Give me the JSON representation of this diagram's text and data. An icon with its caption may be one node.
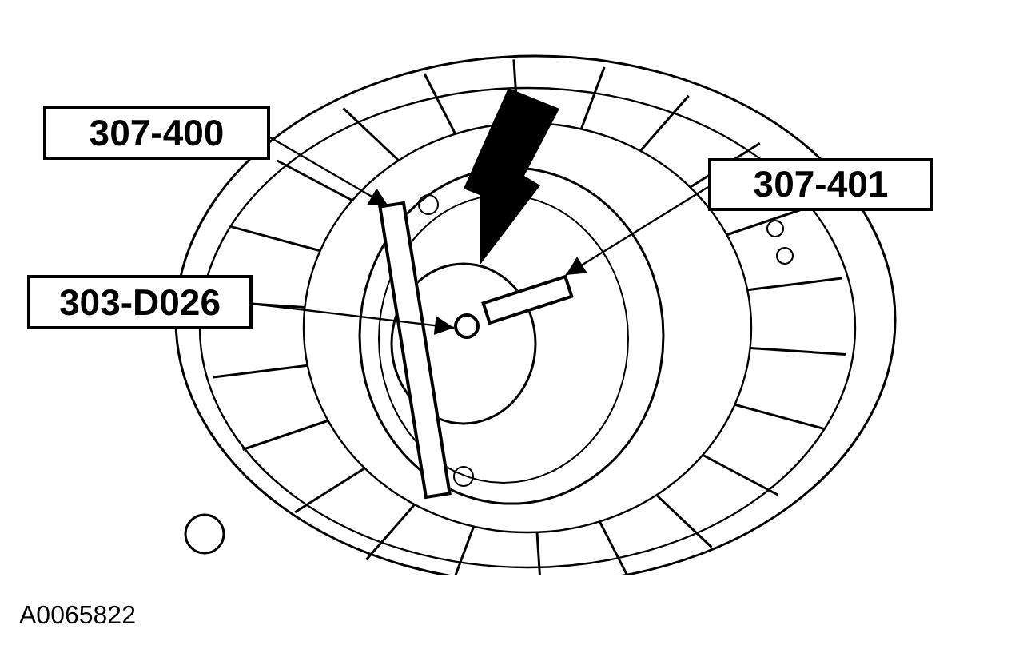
{
  "diagram": {
    "nodes": [
      {
        "text": [
          "307-400"
        ]
      },
      {
        "text": [
          "307-401"
        ]
      },
      {
        "text": [
          "303-D026"
        ]
      },
      {
        "text": [],
        "shape": "bar"
      },
      {
        "text": [],
        "shape": "bar"
      },
      {
        "text": [],
        "shape": "circle"
      }
    ],
    "edges": [
      {
        "from": 0,
        "to": 3,
        "arrow": "to"
      },
      {
        "from": 1,
        "to": 4,
        "arrow": "to"
      },
      {
        "from": 2,
        "to": 5,
        "arrow": "to"
      }
    ],
    "labels": [
      "A0065822"
    ]
  }
}
